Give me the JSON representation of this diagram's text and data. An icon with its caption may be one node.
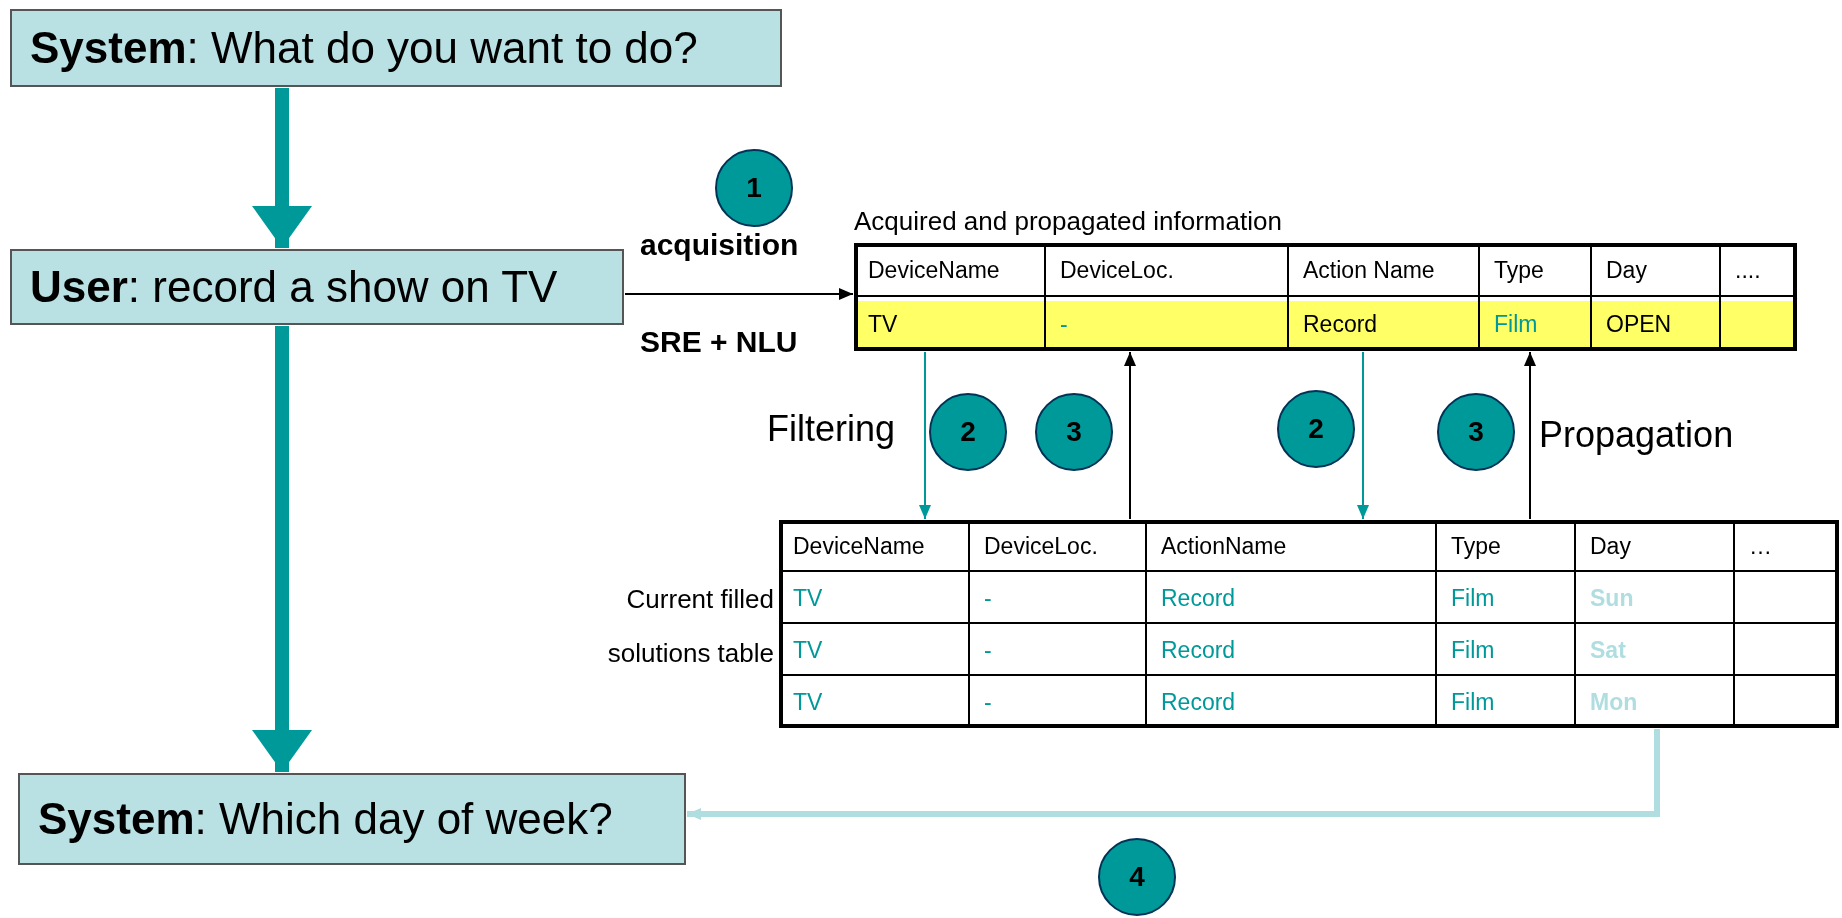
{
  "diagram": {
    "nodes": [
      {
        "text": [
          "**System**: What do you want to do?"
        ]
      },
      {
        "text": [
          "**User**: record a show on TV"
        ]
      },
      {
        "text": [
          "**System**: Which day of week?"
        ]
      },
      {
        "text": [
          "Acquired and propagated information"
        ]
      },
      {
        "text": [
          "Current filled solutions table"
        ]
      }
    ],
    "edges": [
      {
        "from": 0,
        "to": 1,
        "arrow": "to",
        "style": "thick",
        "color": "#009999"
      },
      {
        "from": 1,
        "to": 2,
        "arrow": "to",
        "style": "thick",
        "color": "#009999"
      },
      {
        "from": 1,
        "to": 3,
        "arrow": "to",
        "label": "acquisition",
        "color": "#000000"
      },
      {
        "from": 3,
        "to": 4,
        "arrow": "to",
        "color": "#009999"
      },
      {
        "from": 3,
        "to": 4,
        "arrow": "to",
        "color": "#009999"
      },
      {
        "from": 4,
        "to": 3,
        "arrow": "to",
        "color": "#000000"
      },
      {
        "from": 4,
        "to": 3,
        "arrow": "to",
        "color": "#000000"
      },
      {
        "from": 4,
        "to": 2,
        "arrow": "to",
        "style": "thick",
        "color": "#b0dde0"
      }
    ],
    "labels": [
      "1",
      "DeviceName",
      "DeviceLoc.",
      "Action Name",
      "Type",
      "Day",
      "....",
      "TV",
      "-",
      "Record",
      "Film",
      "OPEN",
      "SRE + NLU",
      "Filtering",
      "2",
      "3",
      "2",
      "3",
      "Propagation",
      "DeviceName",
      "DeviceLoc.",
      "ActionName",
      "Type",
      "Day",
      "…",
      "TV",
      "-",
      "Record",
      "Film",
      "Sun",
      "TV",
      "-",
      "Record",
      "Film",
      "Sat",
      "TV",
      "-",
      "Record",
      "Film",
      "Mon",
      "4"
    ]
  }
}
